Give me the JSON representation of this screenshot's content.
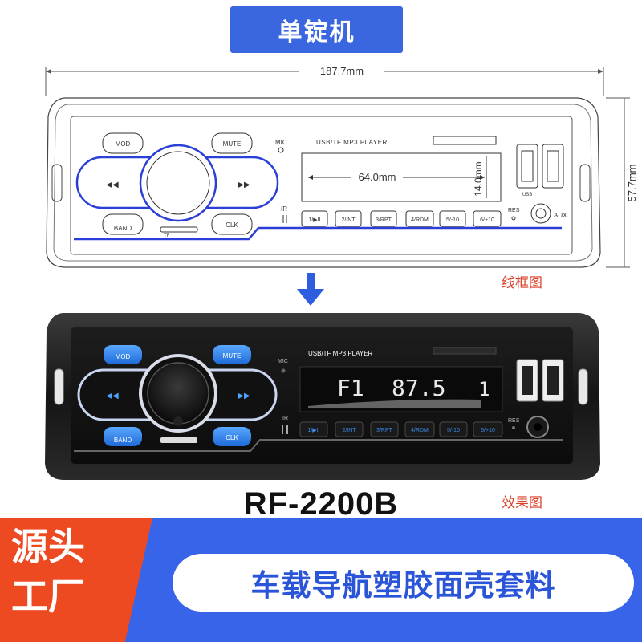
{
  "header": {
    "title": "单锭机"
  },
  "wireframe": {
    "width_label": "187.7mm",
    "height_label": "57.7mm",
    "display_width_label": "64.0mm",
    "display_height_label": "14.0mm",
    "caption": "线框图"
  },
  "panel": {
    "player_label": "USB/TF MP3 PLAYER",
    "mic_label": "MIC",
    "ir_label": "IR",
    "res_label": "RES",
    "aux_label": "AUX",
    "usb_label": "USB",
    "tf_label": "TF",
    "buttons": {
      "mod": "MOD",
      "mute": "MUTE",
      "band": "BAND",
      "clk": "CLK",
      "prev": "◀◀",
      "next": "▶▶"
    },
    "presets": [
      "1/▶II",
      "2/INT",
      "3/RPT",
      "4/RDM",
      "5/-10",
      "6/+10"
    ],
    "display": {
      "band": "F1",
      "freq": "87.5",
      "channel": "1"
    }
  },
  "render": {
    "caption": "效果图",
    "model": "RF-2200B"
  },
  "promo": {
    "badge": "源头工厂",
    "badge_line1": "源头",
    "badge_line2": "工厂",
    "text": "车载导航塑胶面壳套料"
  },
  "colors": {
    "title_bg": "#3a66e0",
    "accent_blue": "#2f5de0",
    "badge_red": "#ee4a22",
    "label_red": "#d9412a"
  }
}
